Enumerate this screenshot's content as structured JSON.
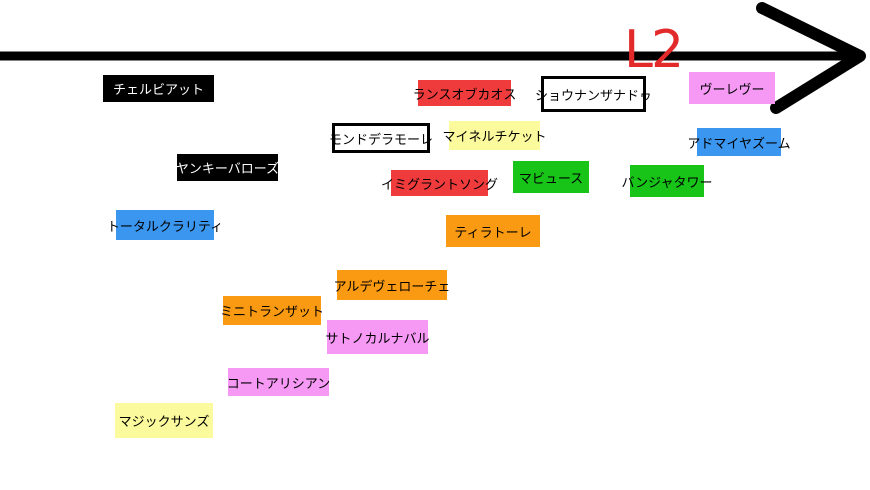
{
  "diagram": {
    "axis": {
      "label": "L2",
      "line_color": "#000000",
      "label_color": "#e32a2a"
    },
    "colors": {
      "black": "#000000",
      "red": "#ef3b3b",
      "yellow": "#fbfa9c",
      "green": "#17c417",
      "pink": "#f599f5",
      "blue": "#3b96ef",
      "orange": "#fa9a12",
      "boxed": "#ffffff"
    },
    "tags": [
      {
        "text": "チェルビアット",
        "color": "black"
      },
      {
        "text": "ランスオブカオス",
        "color": "red"
      },
      {
        "text": "ショウナンザナドゥ",
        "color": "boxed"
      },
      {
        "text": "ヴーレヴー",
        "color": "pink"
      },
      {
        "text": "モンドデラモーレ",
        "color": "boxed"
      },
      {
        "text": "マイネルチケット",
        "color": "yellow"
      },
      {
        "text": "アドマイヤズーム",
        "color": "blue"
      },
      {
        "text": "ヤンキーバローズ",
        "color": "black"
      },
      {
        "text": "イミグラントソング",
        "color": "red"
      },
      {
        "text": "マビュース",
        "color": "green"
      },
      {
        "text": "バンジャタワー",
        "color": "green"
      },
      {
        "text": "トータルクラリティ",
        "color": "blue"
      },
      {
        "text": "ティラトーレ",
        "color": "orange"
      },
      {
        "text": "アルデヴェローチェ",
        "color": "orange"
      },
      {
        "text": "ミニトランザット",
        "color": "orange"
      },
      {
        "text": "サトノカルナバル",
        "color": "pink"
      },
      {
        "text": "コートアリシアン",
        "color": "pink"
      },
      {
        "text": "マジックサンズ",
        "color": "yellow"
      }
    ]
  }
}
